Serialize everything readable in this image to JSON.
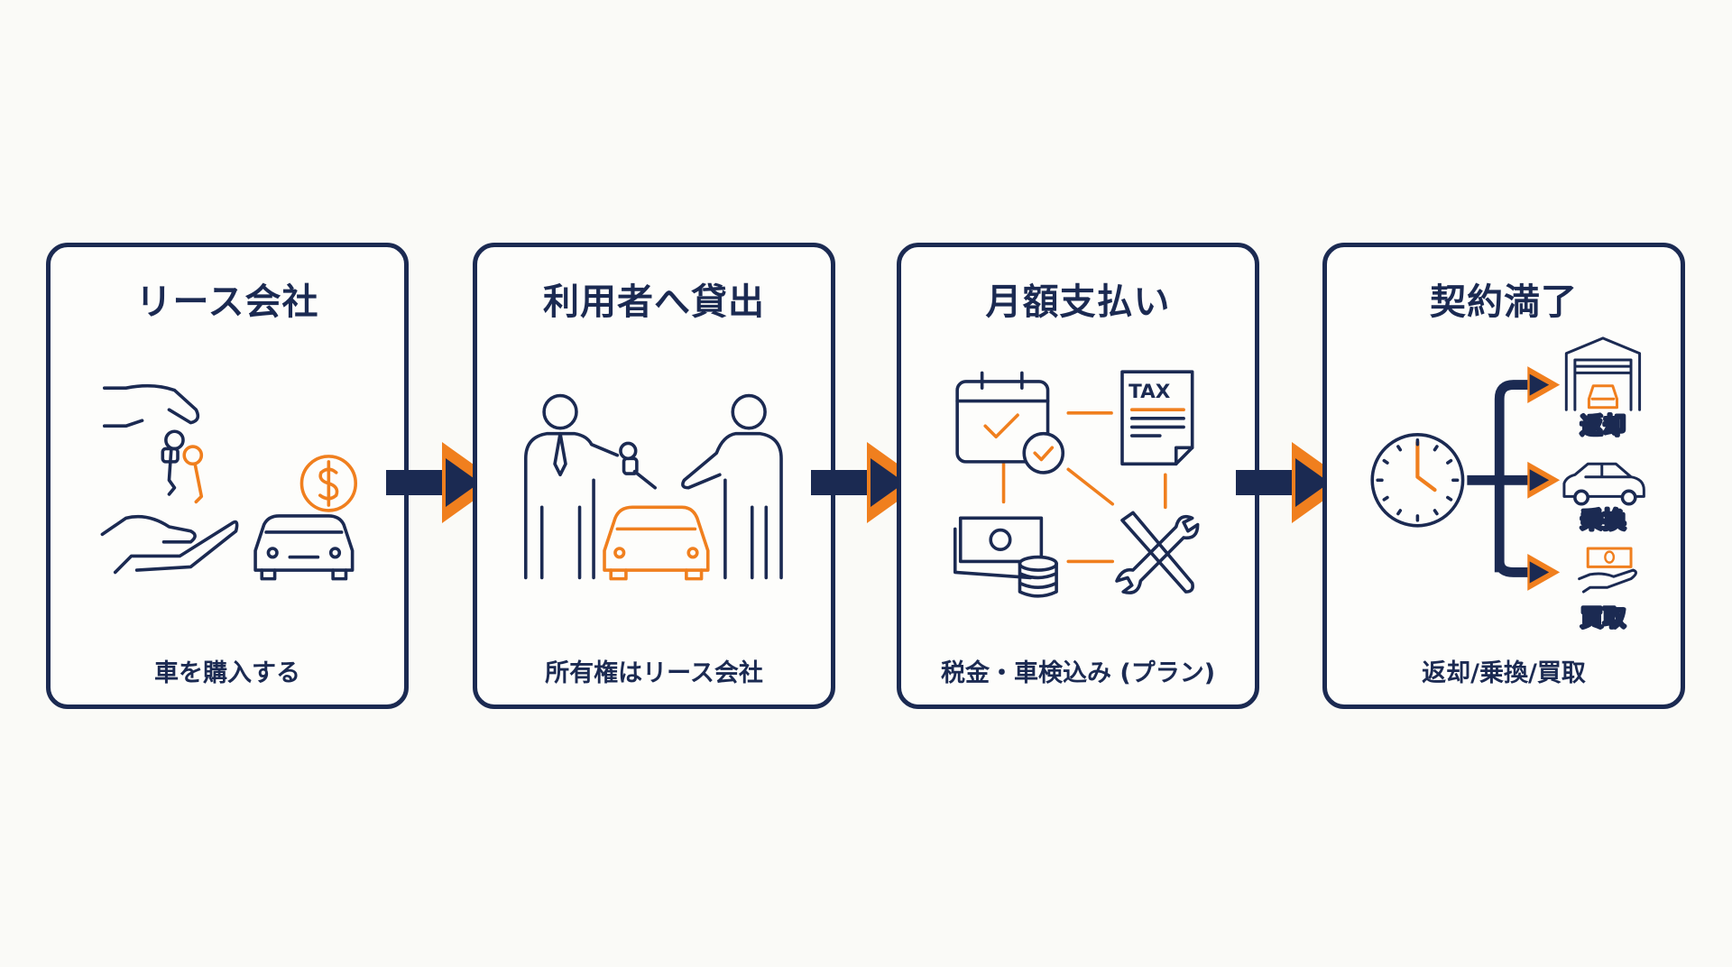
{
  "colors": {
    "navy": "#1b2a52",
    "orange": "#f07f1e",
    "background": "#fafaf7"
  },
  "steps": [
    {
      "title": "リース会社",
      "caption": "車を購入する",
      "icons": [
        "hand-keys-icon",
        "receiving-hand-icon",
        "car-icon",
        "dollar-coin-icon"
      ]
    },
    {
      "title": "利用者へ貸出",
      "caption": "所有権はリース会社",
      "icons": [
        "businessman-icon",
        "car-key-icon",
        "car-icon",
        "person-icon"
      ]
    },
    {
      "title": "月額支払い",
      "caption": "税金・車検込み (プラン)",
      "tax_label": "TAX",
      "icons": [
        "calendar-check-icon",
        "tax-document-icon",
        "money-coins-icon",
        "tools-icon"
      ]
    },
    {
      "title": "契約満了",
      "caption": "返却/乗換/買取",
      "icons": [
        "clock-icon",
        "garage-icon",
        "car-icon",
        "cash-hand-icon"
      ],
      "options": [
        "返却",
        "乗換",
        "買取"
      ]
    }
  ]
}
